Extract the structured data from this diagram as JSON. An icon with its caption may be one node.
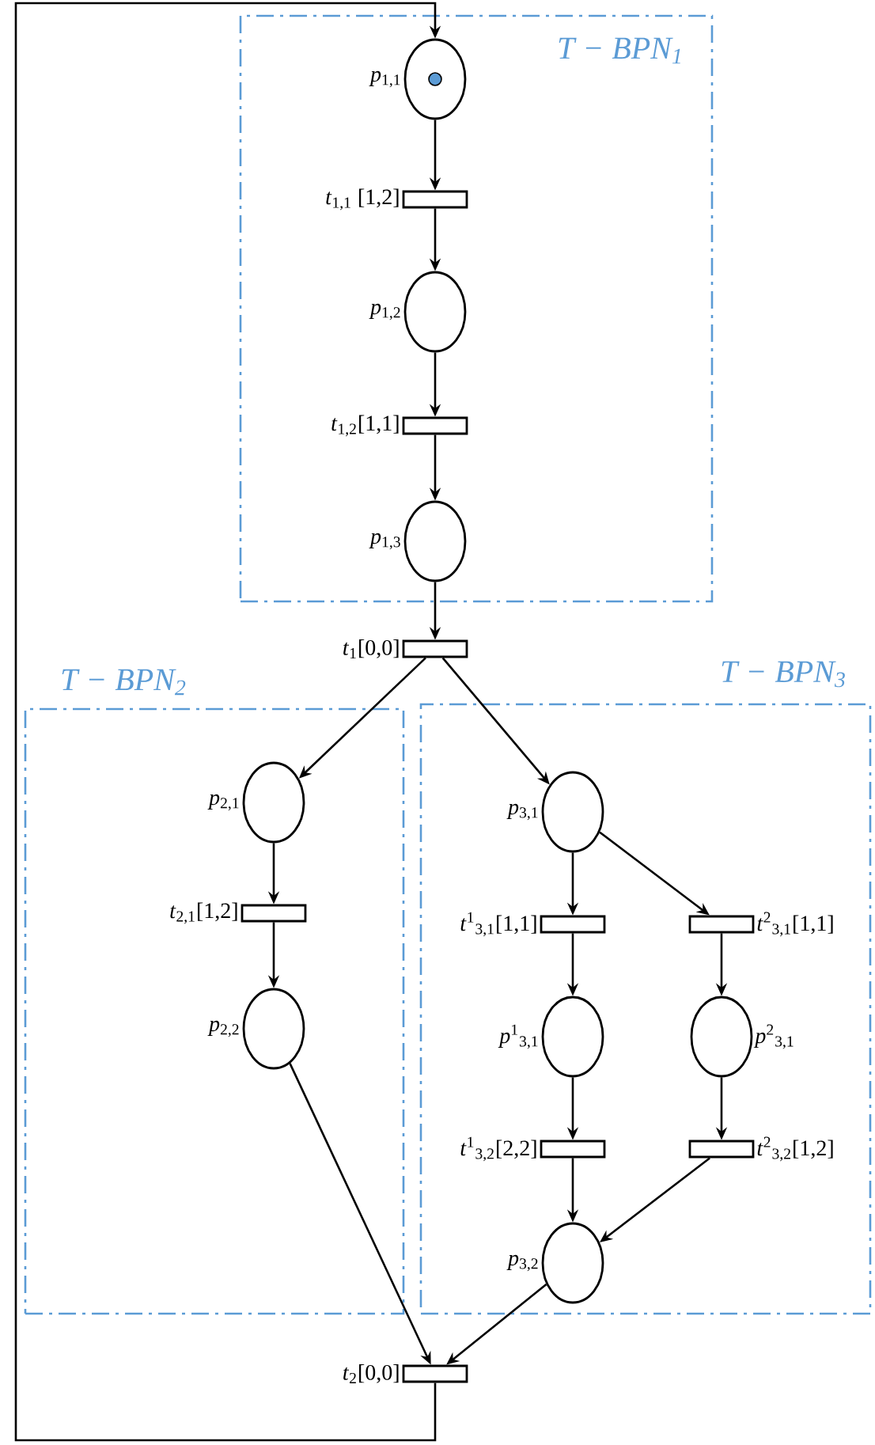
{
  "diagram": {
    "nodes": [
      {
        "text": [
          "T − BPN$_{1}$"
        ]
      },
      {
        "text": [],
        "shape": "circle",
        "in": 0,
        "beside": [
          "*p*$_{1,1}$"
        ]
      },
      {
        "text": [],
        "shape": "bar",
        "in": 0,
        "beside": [
          "*t*$_{1,1}$ [1,2]"
        ]
      },
      {
        "text": [],
        "shape": "circle",
        "in": 0,
        "beside": [
          "*p*$_{1,2}$"
        ]
      },
      {
        "text": [],
        "shape": "bar",
        "in": 0,
        "beside": [
          "*t*$_{1,2}$[1,1]"
        ]
      },
      {
        "text": [],
        "shape": "circle",
        "in": 0,
        "beside": [
          "*p*$_{1,3}$"
        ]
      },
      {
        "text": [],
        "shape": "bar",
        "beside": [
          "*t*$_{1}$[0,0]"
        ]
      },
      {
        "text": [
          "T − BPN$_{2}$"
        ]
      },
      {
        "text": [
          "T − BPN$_{3}$"
        ]
      },
      {
        "text": [],
        "shape": "circle",
        "in": 7,
        "beside": [
          "*p*$_{2,1}$"
        ]
      },
      {
        "text": [],
        "shape": "bar",
        "in": 7,
        "beside": [
          "*t*$_{2,1}$[1,2]"
        ]
      },
      {
        "text": [],
        "shape": "circle",
        "in": 7,
        "beside": [
          "*p*$_{2,2}$"
        ]
      },
      {
        "text": [],
        "shape": "circle",
        "in": 8,
        "beside": [
          "*p*$_{3,1}$"
        ]
      },
      {
        "text": [],
        "shape": "bar",
        "in": 8,
        "beside": [
          "*t*$^{1}$$_{3,1}$[1,1]"
        ]
      },
      {
        "text": [],
        "shape": "bar",
        "in": 8,
        "beside": [
          "*t*$^{2}$$_{3,1}$[1,1]"
        ]
      },
      {
        "text": [],
        "shape": "circle",
        "in": 8,
        "beside": [
          "*p*$^{1}$$_{3,1}$"
        ]
      },
      {
        "text": [],
        "shape": "circle",
        "in": 8,
        "beside": [
          "*p*$^{2}$$_{3,1}$"
        ]
      },
      {
        "text": [],
        "shape": "bar",
        "in": 8,
        "beside": [
          "*t*$^{1}$$_{3,2}$[2,2]"
        ]
      },
      {
        "text": [],
        "shape": "bar",
        "in": 8,
        "beside": [
          "*t*$^{2}$$_{3,2}$[1,2]"
        ]
      },
      {
        "text": [],
        "shape": "circle",
        "in": 8,
        "beside": [
          "*p*$_{3,2}$"
        ]
      },
      {
        "text": [],
        "shape": "bar",
        "beside": [
          "*t*$_{2}$[0,0]"
        ]
      }
    ],
    "edges": [
      {
        "from": 1,
        "to": 2,
        "arrow": "to"
      },
      {
        "from": 2,
        "to": 3,
        "arrow": "to"
      },
      {
        "from": 3,
        "to": 4,
        "arrow": "to"
      },
      {
        "from": 4,
        "to": 5,
        "arrow": "to"
      },
      {
        "from": 5,
        "to": 6,
        "arrow": "to"
      },
      {
        "from": 6,
        "to": 9,
        "arrow": "to"
      },
      {
        "from": 6,
        "to": 12,
        "arrow": "to"
      },
      {
        "from": 9,
        "to": 10,
        "arrow": "to"
      },
      {
        "from": 10,
        "to": 11,
        "arrow": "to"
      },
      {
        "from": 11,
        "to": 20,
        "arrow": "to"
      },
      {
        "from": 12,
        "to": 13,
        "arrow": "to"
      },
      {
        "from": 12,
        "to": 14,
        "arrow": "to"
      },
      {
        "from": 13,
        "to": 15,
        "arrow": "to"
      },
      {
        "from": 14,
        "to": 16,
        "arrow": "to"
      },
      {
        "from": 15,
        "to": 17,
        "arrow": "to"
      },
      {
        "from": 16,
        "to": 18,
        "arrow": "to"
      },
      {
        "from": 17,
        "to": 19,
        "arrow": "to"
      },
      {
        "from": 18,
        "to": 19,
        "arrow": "to"
      },
      {
        "from": 19,
        "to": 20,
        "arrow": "to"
      },
      {
        "from": 20,
        "to": 1,
        "arrow": "to"
      }
    ]
  }
}
